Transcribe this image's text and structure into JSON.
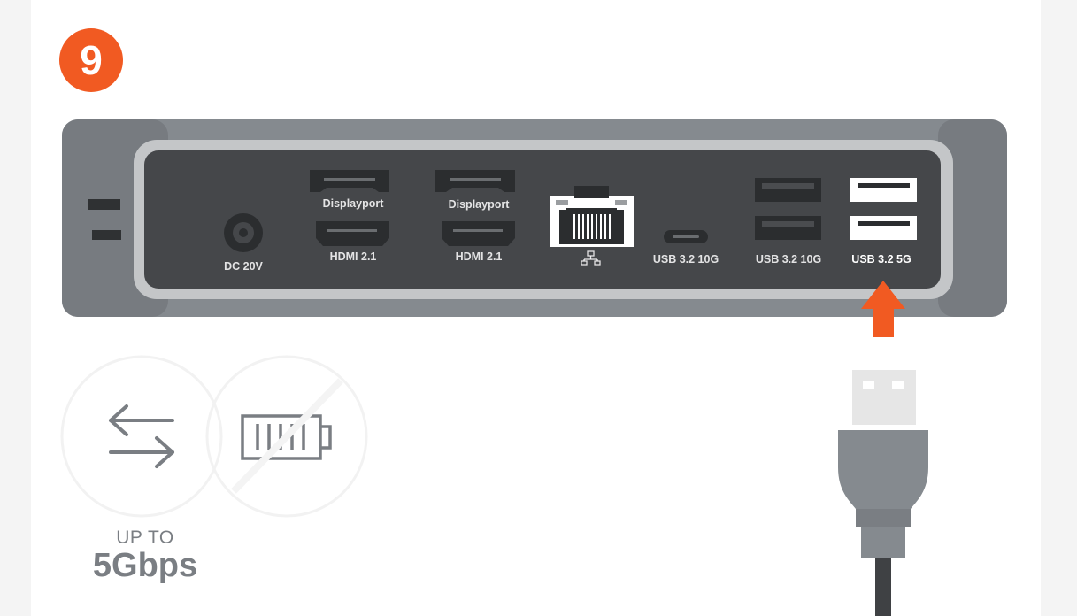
{
  "step_number": "9",
  "ports": {
    "dc": "DC 20V",
    "displayport_1": "Displayport",
    "displayport_2": "Displayport",
    "hdmi_1": "HDMI 2.1",
    "hdmi_2": "HDMI 2.1",
    "usbc": "USB 3.2 10G",
    "usba_10g": "USB 3.2 10G",
    "usba_5g": "USB 3.2 5G"
  },
  "speed": {
    "prefix": "UP TO",
    "value": "5Gbps"
  },
  "icons": {
    "lan": "network-icon",
    "transfer": "data-transfer-arrows-icon",
    "no_charge": "no-charging-battery-icon"
  },
  "colors": {
    "accent": "#f15a22",
    "dock_body": "#858a8f",
    "dock_panel": "#45474a",
    "port": "#2b2d2f"
  }
}
